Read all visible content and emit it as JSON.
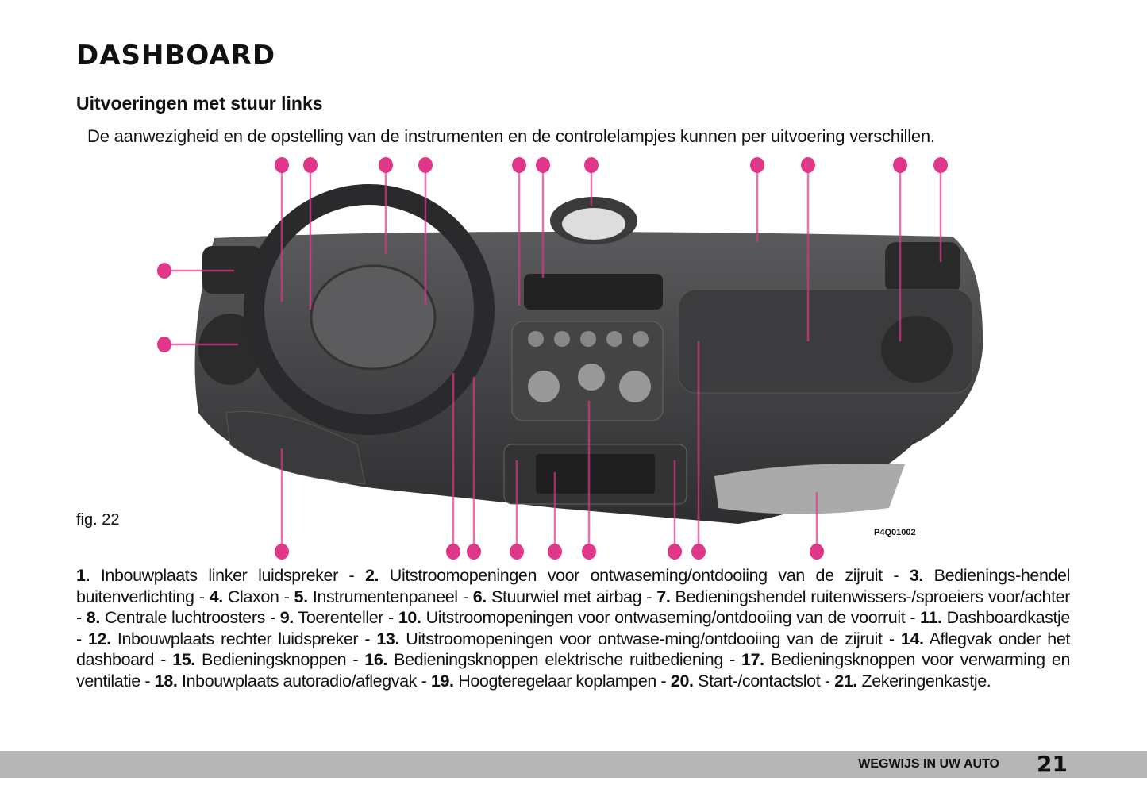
{
  "title": "DASHBOARD",
  "subtitle": "Uitvoeringen met stuur links",
  "intro": "De aanwezigheid en de opstelling van de instrumenten en de controlelampjes kunnen per uitvoering verschillen.",
  "figure": {
    "label": "fig. 22",
    "code": "P4Q01002",
    "pin_color": "#e0378a",
    "dash_color": "#4a4a4c"
  },
  "caption": [
    {
      "num": "1.",
      "text": " Inbouwplaats linker luidspreker - "
    },
    {
      "num": "2.",
      "text": " Uitstroomopeningen voor ontwaseming/ontdooiing van de zijruit - "
    },
    {
      "num": "3.",
      "text": " Bedienings-hendel buitenverlichting - "
    },
    {
      "num": "4.",
      "text": " Claxon - "
    },
    {
      "num": "5.",
      "text": " Instrumentenpaneel - "
    },
    {
      "num": "6.",
      "text": " Stuurwiel met airbag - "
    },
    {
      "num": "7.",
      "text": " Bedieningshendel ruitenwissers-/sproeiers voor/achter - "
    },
    {
      "num": "8.",
      "text": " Centrale luchtroosters - "
    },
    {
      "num": "9.",
      "text": " Toerenteller - "
    },
    {
      "num": "10.",
      "text": " Uitstroomopeningen voor ontwaseming/ontdooiing van de voorruit - "
    },
    {
      "num": "11.",
      "text": " Dashboardkastje - "
    },
    {
      "num": "12.",
      "text": " Inbouwplaats rechter luidspreker - "
    },
    {
      "num": "13.",
      "text": " Uitstroomopeningen voor ontwase-ming/ontdooiing van de zijruit - "
    },
    {
      "num": "14.",
      "text": "  Aflegvak onder het dashboard - "
    },
    {
      "num": "15.",
      "text": " Bedieningsknoppen - "
    },
    {
      "num": "16.",
      "text": " Bedieningsknoppen elektrische ruitbediening - "
    },
    {
      "num": "17.",
      "text": " Bedieningsknoppen voor verwarming en ventilatie - "
    },
    {
      "num": "18.",
      "text": " Inbouwplaats autoradio/aflegvak - "
    },
    {
      "num": "19.",
      "text": " Hoogteregelaar koplampen - "
    },
    {
      "num": "20.",
      "text": " Start-/contactslot - "
    },
    {
      "num": "21.",
      "text": " Zekeringenkastje."
    }
  ],
  "footer": {
    "section": "WEGWIJS IN UW AUTO",
    "page": "21"
  }
}
